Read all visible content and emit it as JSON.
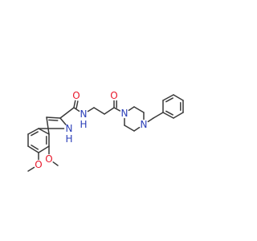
{
  "molecule": {
    "atoms": [
      {
        "id": "O_meo4",
        "label": "O",
        "color": "#e8192c"
      },
      {
        "id": "O_meo5",
        "label": "O",
        "color": "#e8192c"
      },
      {
        "id": "N_amide",
        "label": "N",
        "sub": "H",
        "color": "#2b3fb8"
      },
      {
        "id": "O_amide",
        "label": "O",
        "color": "#e8192c"
      },
      {
        "id": "N_indole",
        "label": "N",
        "sub": "H",
        "color": "#2b3fb8"
      },
      {
        "id": "O_ketone",
        "label": "O",
        "color": "#e8192c"
      },
      {
        "id": "N_pip1",
        "label": "N",
        "color": "#2b3fb8"
      },
      {
        "id": "N_pip4",
        "label": "N",
        "color": "#2b3fb8"
      }
    ],
    "bond_color": "#3a3a3a"
  }
}
